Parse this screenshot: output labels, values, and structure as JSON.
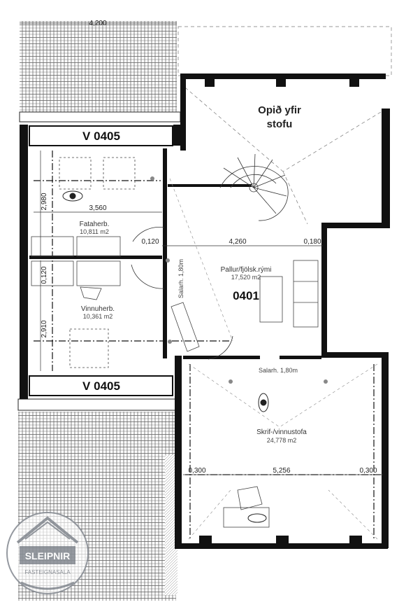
{
  "top_dimension": "4,200",
  "open_above": {
    "line1": "Opið yfir",
    "line2": "stofu"
  },
  "window_code_top": "V 0405",
  "window_code_bottom": "V 0405",
  "room_fataherb": {
    "name": "Fataherb.",
    "area": "10,811 m2"
  },
  "room_vinnuherb": {
    "name": "Vinnuherb.",
    "area": "10,361 m2"
  },
  "room_pallur": {
    "name": "Pallur/fjölsk.rými",
    "area": "17,520 m2",
    "code": "0401"
  },
  "room_skrif": {
    "name": "Skrif-/vinnustofa",
    "area": "24,778 m2"
  },
  "stair_label_1": "Salarh. 1,80m",
  "stair_label_2": "Salarh. 1,80m",
  "dims": {
    "d_2980": "2,980",
    "d_3560": "3,560",
    "d_0120_a": "0,120",
    "d_4260": "4,260",
    "d_0180": "0,180",
    "d_0120_b": "0,120",
    "d_2910": "2,910",
    "d_0300_l": "0,300",
    "d_5256": "5,256",
    "d_0300_r": "0,300"
  },
  "logo": {
    "name": "SLEIPNIR",
    "sub": "FASTEIGNASALA"
  },
  "colors": {
    "wall": "#111111",
    "roof_tile": "#555555",
    "logo": "#8a8f96"
  }
}
